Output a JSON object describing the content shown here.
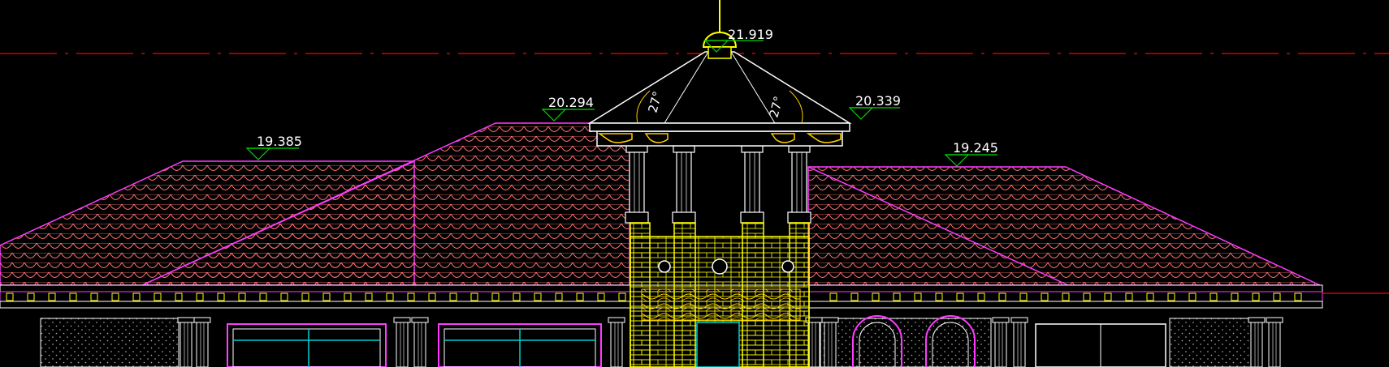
{
  "drawing": {
    "colors": {
      "background": "#000000",
      "roof": "#ff3cff",
      "tiles": "#ff7070",
      "outline": "#ffffff",
      "accent": "#ffff00",
      "marker": "#00d700",
      "axis": "#ff0000",
      "glass": "#00cfcf"
    },
    "elevations": [
      {
        "label": "21.919"
      },
      {
        "label": "20.294"
      },
      {
        "label": "20.339"
      },
      {
        "label": "19.385"
      },
      {
        "label": "19.245"
      }
    ],
    "angles": [
      {
        "label": "27°"
      },
      {
        "label": "27°"
      }
    ]
  }
}
